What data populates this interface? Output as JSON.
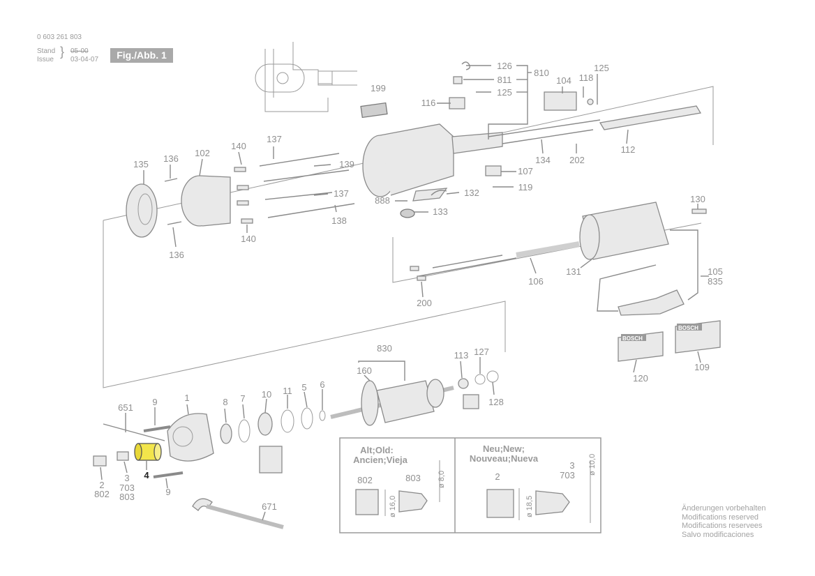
{
  "header": {
    "doc_number": "0 603 261 803",
    "stand_label": "Stand",
    "issue_label": "Issue",
    "old_date": "05-00",
    "date": "03-04-07",
    "fig_label": "Fig./Abb. 1"
  },
  "modifications": [
    "Änderungen vorbehalten",
    "Modifications reserved",
    "Modifications reservees",
    "Salvo modificaciones"
  ],
  "inset": {
    "old_title_1": "Alt;Old:",
    "old_title_2": "Ancien;Vieja",
    "new_title_1": "Neu;New;",
    "new_title_2": "Nouveau;Nueva",
    "old_nut": "802",
    "old_collet": "803",
    "old_dim_nut": "ø 16,0",
    "old_dim_collet": "ø 8,0",
    "new_nut": "2",
    "new_collet_a": "3",
    "new_collet_b": "703",
    "new_dim_nut": "ø 18,5",
    "new_dim_collet": "ø 10,0"
  },
  "brand": {
    "plate_120": "BOSCH",
    "plate_109": "BOSCH"
  },
  "parts": {
    "p126": "126",
    "p811": "811",
    "p125a": "125",
    "p810": "810",
    "p125b": "125",
    "p104": "104",
    "p118": "118",
    "p116": "116",
    "p199": "199",
    "p112": "112",
    "p134": "134",
    "p202": "202",
    "p107": "107",
    "p119": "119",
    "p132": "132",
    "p888": "888",
    "p133": "133",
    "p140a": "140",
    "p137a": "137",
    "p139": "139",
    "p137b": "137",
    "p138": "138",
    "p140b": "140",
    "p135": "135",
    "p136a": "136",
    "p102": "102",
    "p136b": "136",
    "p130": "130",
    "p131": "131",
    "p106": "106",
    "p105": "105",
    "p835": "835",
    "p200": "200",
    "p830": "830",
    "p160": "160",
    "p113": "113",
    "p127": "127",
    "p128": "128",
    "p120": "120",
    "p109": "109",
    "p651": "651",
    "p9a": "9",
    "p1": "1",
    "p8": "8",
    "p7": "7",
    "p10": "10",
    "p11": "11",
    "p5": "5",
    "p6": "6",
    "p4": "4",
    "p3": "3",
    "p703": "703",
    "p803": "803",
    "p2": "2",
    "p802": "802",
    "p9b": "9",
    "p671": "671"
  },
  "highlight": {
    "part": "4",
    "color": "#f2e54b"
  },
  "colors": {
    "line": "#8a8a8a",
    "text": "#8f8f8f",
    "figbox": "#a9a9a9"
  }
}
